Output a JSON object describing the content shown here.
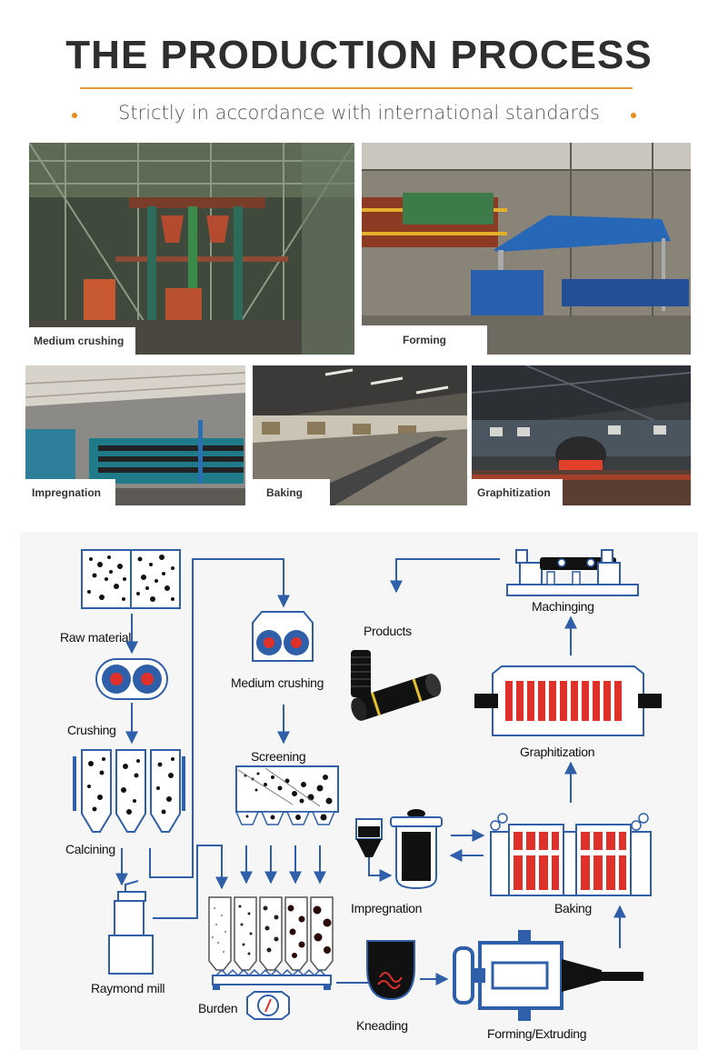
{
  "header": {
    "title": "THE PRODUCTION PROCESS",
    "subtitle": "Strictly in accordance with international standards"
  },
  "photos": {
    "medium_crushing": "Medium crushing",
    "forming": "Forming",
    "impregnation": "Impregnation",
    "baking": "Baking",
    "graphitization": "Graphitization"
  },
  "diagram": {
    "raw_material": "Raw material",
    "crushing": "Crushing",
    "calcining": "Calcining",
    "raymond_mill": "Raymond mill",
    "burden": "Burden",
    "medium_crushing": "Medium crushing",
    "screening": "Screening",
    "kneading": "Kneading",
    "forming_extruding": "Forming/Extruding",
    "impregnation": "Impregnation",
    "baking": "Baking",
    "graphitization": "Graphitization",
    "machining": "Machinging",
    "products": "Products"
  },
  "colors": {
    "accent_orange": "#e39a3a",
    "flow_blue": "#2e5fa8",
    "core_red": "#e0302a",
    "photo_caption_bg": "#ffffff"
  }
}
